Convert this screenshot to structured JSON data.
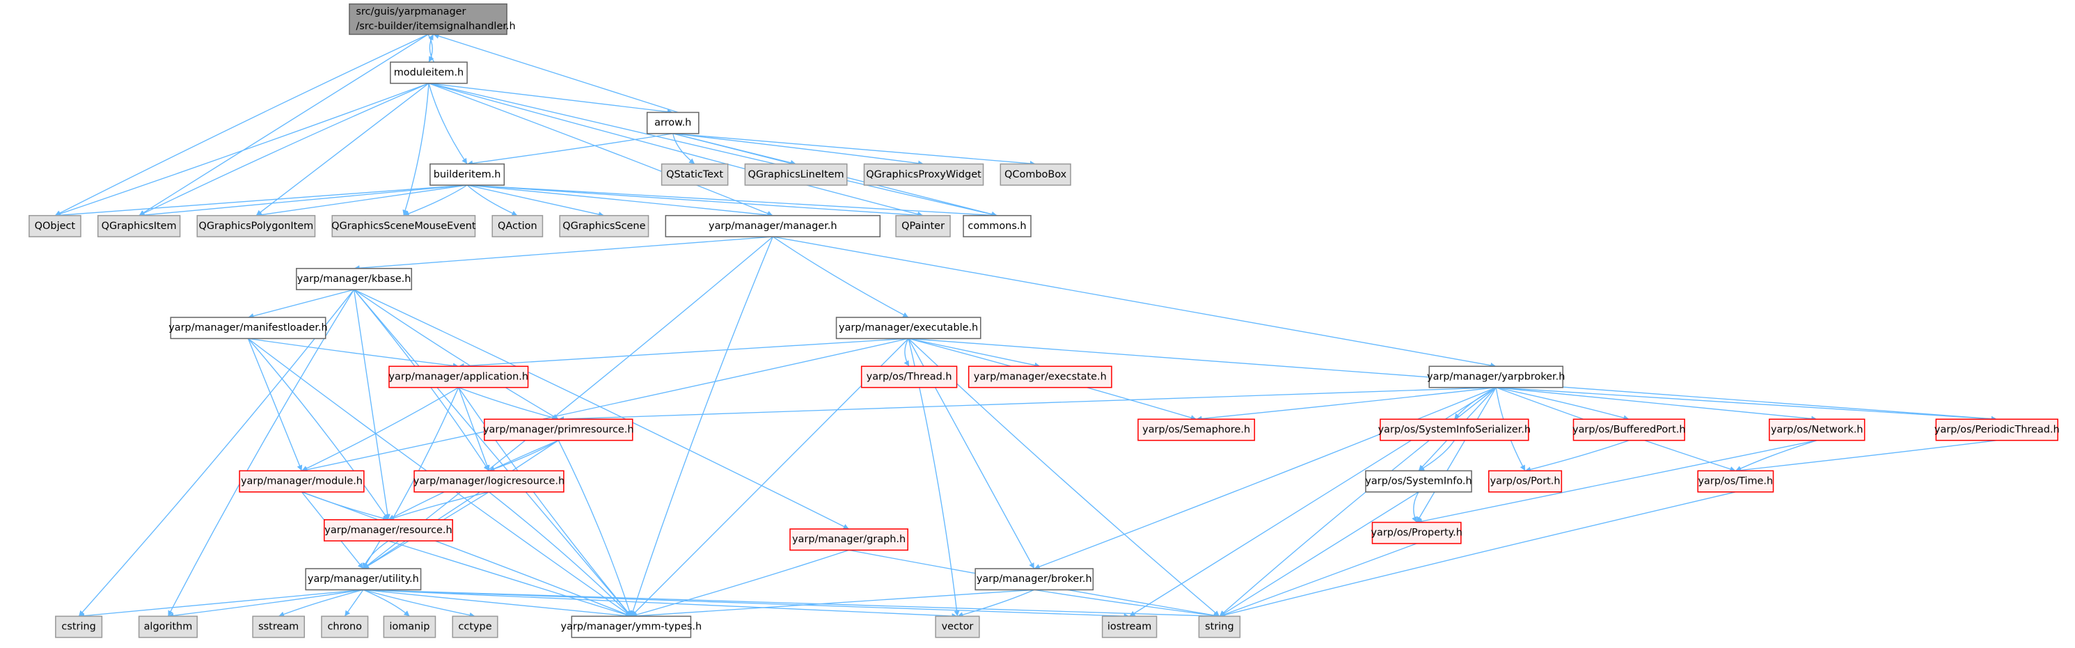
{
  "title": "src/guis/yarpmanager/src-builder/itemsignalhandler.h include dependency graph",
  "colors": {
    "edge": "#63b8ff",
    "root_fill": "#999999",
    "external_fill": "#e0e0e0",
    "incomplete_border": "#ff0000",
    "incomplete_fill": "#fff0f0"
  },
  "nodes": {
    "root": {
      "label": "src/guis/yarpmanager",
      "label2": "/src-builder/itemsignalhandler.h",
      "style": "root"
    },
    "moduleitem": {
      "label": "moduleitem.h",
      "style": "file"
    },
    "arrow": {
      "label": "arrow.h",
      "style": "file"
    },
    "builderitem": {
      "label": "builderitem.h",
      "style": "file"
    },
    "QObject": {
      "label": "QObject",
      "style": "ext"
    },
    "QGraphicsItem": {
      "label": "QGraphicsItem",
      "style": "ext"
    },
    "QGraphicsPolygonItem": {
      "label": "QGraphicsPolygonItem",
      "style": "ext"
    },
    "QGraphicsSceneMouseEvent": {
      "label": "QGraphicsSceneMouseEvent",
      "style": "ext"
    },
    "QAction": {
      "label": "QAction",
      "style": "ext"
    },
    "QGraphicsScene": {
      "label": "QGraphicsScene",
      "style": "ext"
    },
    "manager": {
      "label": "yarp/manager/manager.h",
      "style": "file"
    },
    "QPainter": {
      "label": "QPainter",
      "style": "ext"
    },
    "commons": {
      "label": "commons.h",
      "style": "file"
    },
    "QStaticText": {
      "label": "QStaticText",
      "style": "ext"
    },
    "QGraphicsLineItem": {
      "label": "QGraphicsLineItem",
      "style": "ext"
    },
    "QGraphicsProxyWidget": {
      "label": "QGraphicsProxyWidget",
      "style": "ext"
    },
    "QComboBox": {
      "label": "QComboBox",
      "style": "ext"
    },
    "kbase": {
      "label": "yarp/manager/kbase.h",
      "style": "file"
    },
    "manifestloader": {
      "label": "yarp/manager/manifestloader.h",
      "style": "file"
    },
    "executable": {
      "label": "yarp/manager/executable.h",
      "style": "file"
    },
    "application": {
      "label": "yarp/manager/application.h",
      "style": "red"
    },
    "yarpbroker": {
      "label": "yarp/manager/yarpbroker.h",
      "style": "file"
    },
    "Thread": {
      "label": "yarp/os/Thread.h",
      "style": "red"
    },
    "execstate": {
      "label": "yarp/manager/execstate.h",
      "style": "red"
    },
    "primresource": {
      "label": "yarp/manager/primresource.h",
      "style": "red"
    },
    "Semaphore": {
      "label": "yarp/os/Semaphore.h",
      "style": "red"
    },
    "SystemInfoSerializer": {
      "label": "yarp/os/SystemInfoSerializer.h",
      "style": "red"
    },
    "BufferedPort": {
      "label": "yarp/os/BufferedPort.h",
      "style": "red"
    },
    "Network": {
      "label": "yarp/os/Network.h",
      "style": "red"
    },
    "PeriodicThread": {
      "label": "yarp/os/PeriodicThread.h",
      "style": "red"
    },
    "module": {
      "label": "yarp/manager/module.h",
      "style": "red"
    },
    "logicresource": {
      "label": "yarp/manager/logicresource.h",
      "style": "red"
    },
    "SystemInfo": {
      "label": "yarp/os/SystemInfo.h",
      "style": "file"
    },
    "Port": {
      "label": "yarp/os/Port.h",
      "style": "red"
    },
    "Time": {
      "label": "yarp/os/Time.h",
      "style": "red"
    },
    "resource": {
      "label": "yarp/manager/resource.h",
      "style": "red"
    },
    "graph": {
      "label": "yarp/manager/graph.h",
      "style": "red"
    },
    "Property": {
      "label": "yarp/os/Property.h",
      "style": "red"
    },
    "utility": {
      "label": "yarp/manager/utility.h",
      "style": "file"
    },
    "broker": {
      "label": "yarp/manager/broker.h",
      "style": "file"
    },
    "cstring": {
      "label": "cstring",
      "style": "ext"
    },
    "algorithm": {
      "label": "algorithm",
      "style": "ext"
    },
    "sstream": {
      "label": "sstream",
      "style": "ext"
    },
    "chrono": {
      "label": "chrono",
      "style": "ext"
    },
    "iomanip": {
      "label": "iomanip",
      "style": "ext"
    },
    "cctype": {
      "label": "cctype",
      "style": "ext"
    },
    "ymm": {
      "label": "yarp/manager/ymm-types.h",
      "style": "file"
    },
    "vector": {
      "label": "vector",
      "style": "ext"
    },
    "iostream": {
      "label": "iostream",
      "style": "ext"
    },
    "string": {
      "label": "string",
      "style": "ext"
    }
  },
  "edges": [
    [
      "root",
      "QObject"
    ],
    [
      "root",
      "QGraphicsItem"
    ],
    [
      "root",
      "moduleitem"
    ],
    [
      "moduleitem",
      "root"
    ],
    [
      "arrow",
      "root"
    ],
    [
      "moduleitem",
      "QObject"
    ],
    [
      "moduleitem",
      "QGraphicsItem"
    ],
    [
      "moduleitem",
      "QGraphicsPolygonItem"
    ],
    [
      "moduleitem",
      "QGraphicsSceneMouseEvent"
    ],
    [
      "moduleitem",
      "builderitem"
    ],
    [
      "moduleitem",
      "arrow"
    ],
    [
      "moduleitem",
      "manager"
    ],
    [
      "moduleitem",
      "QPainter"
    ],
    [
      "moduleitem",
      "commons"
    ],
    [
      "arrow",
      "builderitem"
    ],
    [
      "arrow",
      "QStaticText"
    ],
    [
      "arrow",
      "QGraphicsLineItem"
    ],
    [
      "arrow",
      "QGraphicsProxyWidget"
    ],
    [
      "arrow",
      "QComboBox"
    ],
    [
      "arrow",
      "commons"
    ],
    [
      "builderitem",
      "QObject"
    ],
    [
      "builderitem",
      "QGraphicsItem"
    ],
    [
      "builderitem",
      "QGraphicsPolygonItem"
    ],
    [
      "builderitem",
      "QGraphicsSceneMouseEvent"
    ],
    [
      "builderitem",
      "QAction"
    ],
    [
      "builderitem",
      "QGraphicsScene"
    ],
    [
      "builderitem",
      "manager"
    ],
    [
      "builderitem",
      "QPainter"
    ],
    [
      "builderitem",
      "commons"
    ],
    [
      "manager",
      "kbase"
    ],
    [
      "manager",
      "executable"
    ],
    [
      "manager",
      "yarpbroker"
    ],
    [
      "manager",
      "utility"
    ],
    [
      "manager",
      "ymm"
    ],
    [
      "kbase",
      "manifestloader"
    ],
    [
      "kbase",
      "cstring"
    ],
    [
      "kbase",
      "algorithm"
    ],
    [
      "kbase",
      "resource"
    ],
    [
      "kbase",
      "logicresource"
    ],
    [
      "kbase",
      "primresource"
    ],
    [
      "kbase",
      "ymm"
    ],
    [
      "kbase",
      "graph"
    ],
    [
      "manifestloader",
      "application"
    ],
    [
      "manifestloader",
      "module"
    ],
    [
      "manifestloader",
      "resource"
    ],
    [
      "manifestloader",
      "ymm"
    ],
    [
      "executable",
      "application"
    ],
    [
      "executable",
      "module"
    ],
    [
      "executable",
      "Thread"
    ],
    [
      "executable",
      "execstate"
    ],
    [
      "executable",
      "Semaphore"
    ],
    [
      "executable",
      "PeriodicThread"
    ],
    [
      "executable",
      "broker"
    ],
    [
      "executable",
      "vector"
    ],
    [
      "executable",
      "string"
    ],
    [
      "executable",
      "ymm"
    ],
    [
      "application",
      "module"
    ],
    [
      "application",
      "primresource"
    ],
    [
      "application",
      "logicresource"
    ],
    [
      "application",
      "utility"
    ],
    [
      "application",
      "ymm"
    ],
    [
      "yarpbroker",
      "primresource"
    ],
    [
      "yarpbroker",
      "Semaphore"
    ],
    [
      "yarpbroker",
      "SystemInfoSerializer"
    ],
    [
      "yarpbroker",
      "SystemInfo"
    ],
    [
      "yarpbroker",
      "BufferedPort"
    ],
    [
      "yarpbroker",
      "Port"
    ],
    [
      "yarpbroker",
      "Network"
    ],
    [
      "yarpbroker",
      "PeriodicThread"
    ],
    [
      "yarpbroker",
      "Time"
    ],
    [
      "yarpbroker",
      "Property"
    ],
    [
      "yarpbroker",
      "broker"
    ],
    [
      "yarpbroker",
      "string"
    ],
    [
      "yarpbroker",
      "iostream"
    ],
    [
      "primresource",
      "logicresource"
    ],
    [
      "primresource",
      "resource"
    ],
    [
      "primresource",
      "utility"
    ],
    [
      "primresource",
      "ymm"
    ],
    [
      "module",
      "resource"
    ],
    [
      "module",
      "utility"
    ],
    [
      "module",
      "ymm"
    ],
    [
      "logicresource",
      "resource"
    ],
    [
      "logicresource",
      "utility"
    ],
    [
      "logicresource",
      "ymm"
    ],
    [
      "resource",
      "utility"
    ],
    [
      "resource",
      "ymm"
    ],
    [
      "SystemInfoSerializer",
      "SystemInfo"
    ],
    [
      "SystemInfo",
      "Property"
    ],
    [
      "SystemInfo",
      "string"
    ],
    [
      "BufferedPort",
      "Port"
    ],
    [
      "Network",
      "Time"
    ],
    [
      "Network",
      "Property"
    ],
    [
      "PeriodicThread",
      "Time"
    ],
    [
      "Time",
      "string"
    ],
    [
      "Property",
      "string"
    ],
    [
      "graph",
      "ymm"
    ],
    [
      "graph",
      "string"
    ],
    [
      "broker",
      "ymm"
    ],
    [
      "broker",
      "vector"
    ],
    [
      "broker",
      "string"
    ],
    [
      "utility",
      "cstring"
    ],
    [
      "utility",
      "algorithm"
    ],
    [
      "utility",
      "sstream"
    ],
    [
      "utility",
      "chrono"
    ],
    [
      "utility",
      "iomanip"
    ],
    [
      "utility",
      "cctype"
    ],
    [
      "utility",
      "ymm"
    ],
    [
      "utility",
      "vector"
    ],
    [
      "utility",
      "iostream"
    ],
    [
      "utility",
      "string"
    ]
  ]
}
